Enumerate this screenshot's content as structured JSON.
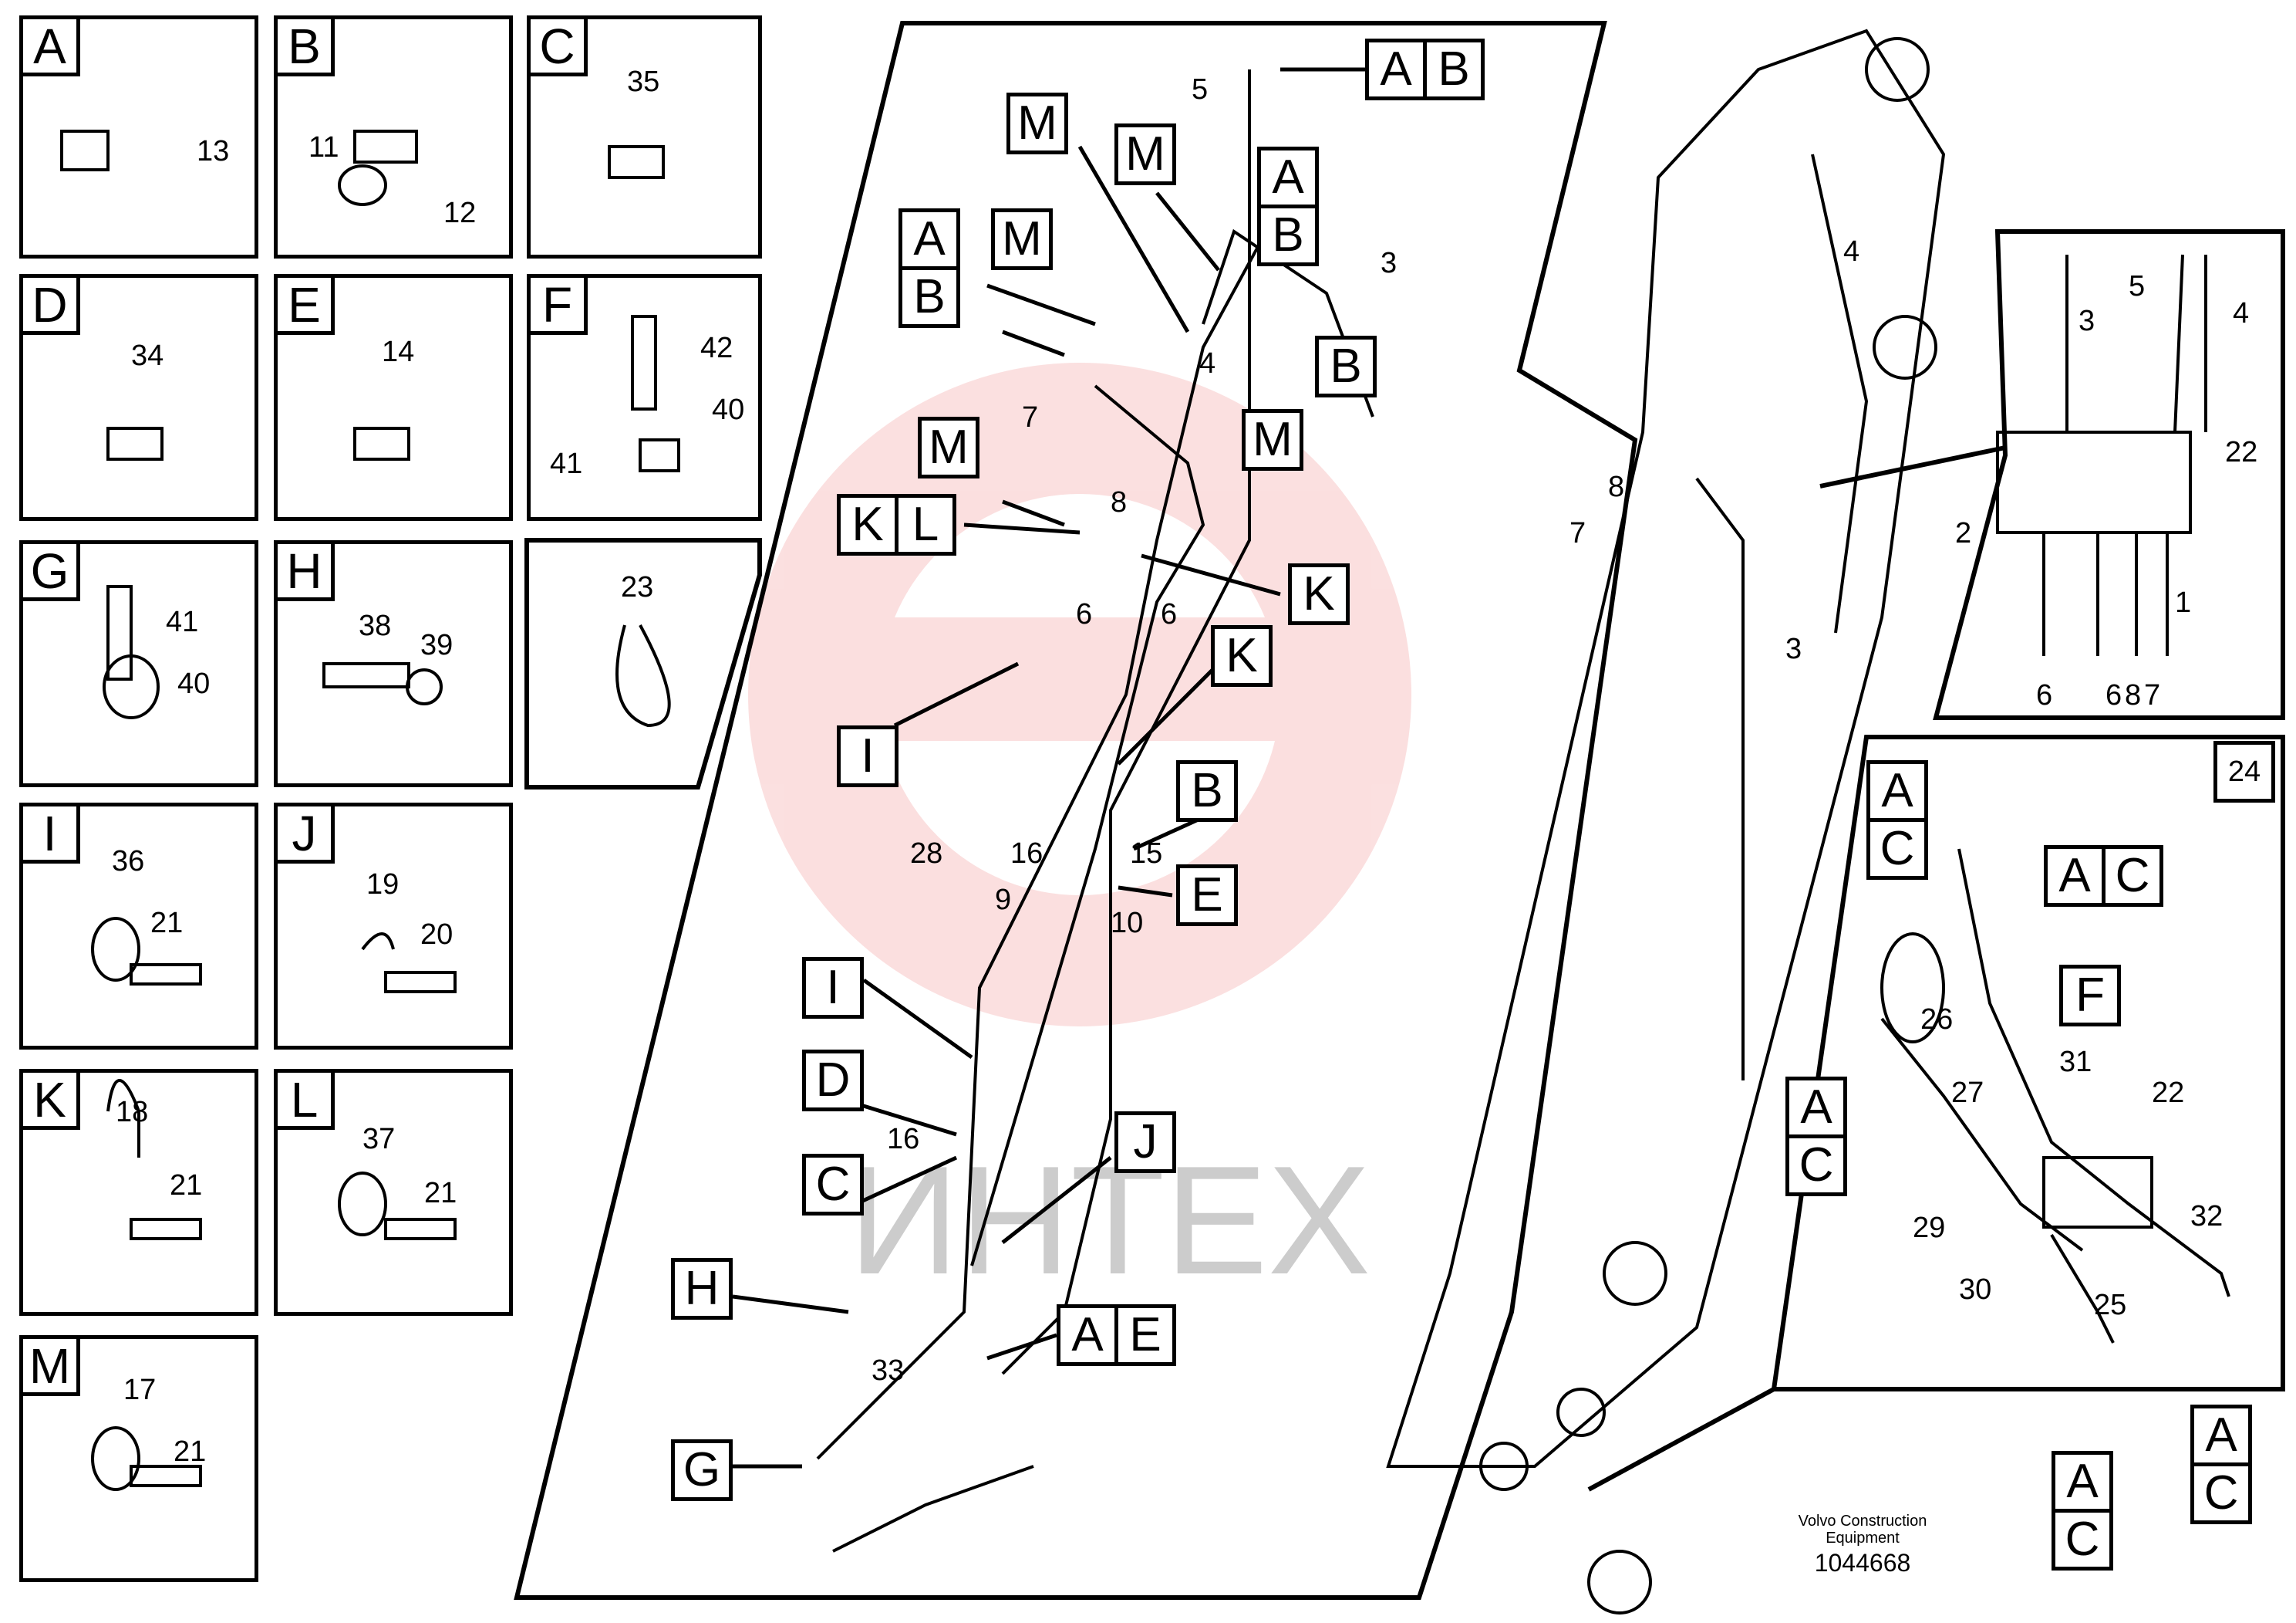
{
  "detail_boxes": [
    {
      "letter": "A",
      "parts": [
        "13"
      ]
    },
    {
      "letter": "B",
      "parts": [
        "11",
        "12"
      ]
    },
    {
      "letter": "C",
      "parts": [
        "35"
      ]
    },
    {
      "letter": "D",
      "parts": [
        "34"
      ]
    },
    {
      "letter": "E",
      "parts": [
        "14"
      ]
    },
    {
      "letter": "F",
      "parts": [
        "42",
        "40",
        "41"
      ]
    },
    {
      "letter": "G",
      "parts": [
        "41",
        "40"
      ]
    },
    {
      "letter": "H",
      "parts": [
        "38",
        "39"
      ]
    },
    {
      "letter": "",
      "parts": [
        "23"
      ]
    },
    {
      "letter": "I",
      "parts": [
        "36",
        "21"
      ]
    },
    {
      "letter": "J",
      "parts": [
        "19",
        "20"
      ]
    },
    {
      "letter": "K",
      "parts": [
        "18",
        "21"
      ]
    },
    {
      "letter": "L",
      "parts": [
        "37",
        "21"
      ]
    },
    {
      "letter": "M",
      "parts": [
        "17",
        "21"
      ]
    }
  ],
  "main_tags": [
    "A",
    "B",
    "M",
    "M",
    "A",
    "B",
    "A",
    "M",
    "B",
    "B",
    "M",
    "M",
    "K",
    "L",
    "K",
    "I",
    "K",
    "B",
    "E",
    "I",
    "D",
    "C",
    "J",
    "H",
    "A",
    "E",
    "G"
  ],
  "main_numbers": [
    "5",
    "3",
    "4",
    "7",
    "8",
    "6",
    "6",
    "28",
    "16",
    "15",
    "9",
    "10",
    "16",
    "33"
  ],
  "boom_numbers": [
    "4",
    "8",
    "7",
    "3"
  ],
  "valve_numbers": [
    "5",
    "4",
    "3",
    "22",
    "2",
    "1",
    "6",
    "6",
    "8",
    "7"
  ],
  "inset_number": "24",
  "inset_tags": [
    "A",
    "C",
    "A",
    "C",
    "F",
    "A",
    "C",
    "A",
    "C",
    "A",
    "C"
  ],
  "inset_numbers": [
    "26",
    "31",
    "27",
    "22",
    "29",
    "32",
    "30",
    "25"
  ],
  "footer": {
    "brand": "Volvo Construction",
    "sub": "Equipment",
    "code": "1044668"
  },
  "watermark": "ИНТЕХ"
}
